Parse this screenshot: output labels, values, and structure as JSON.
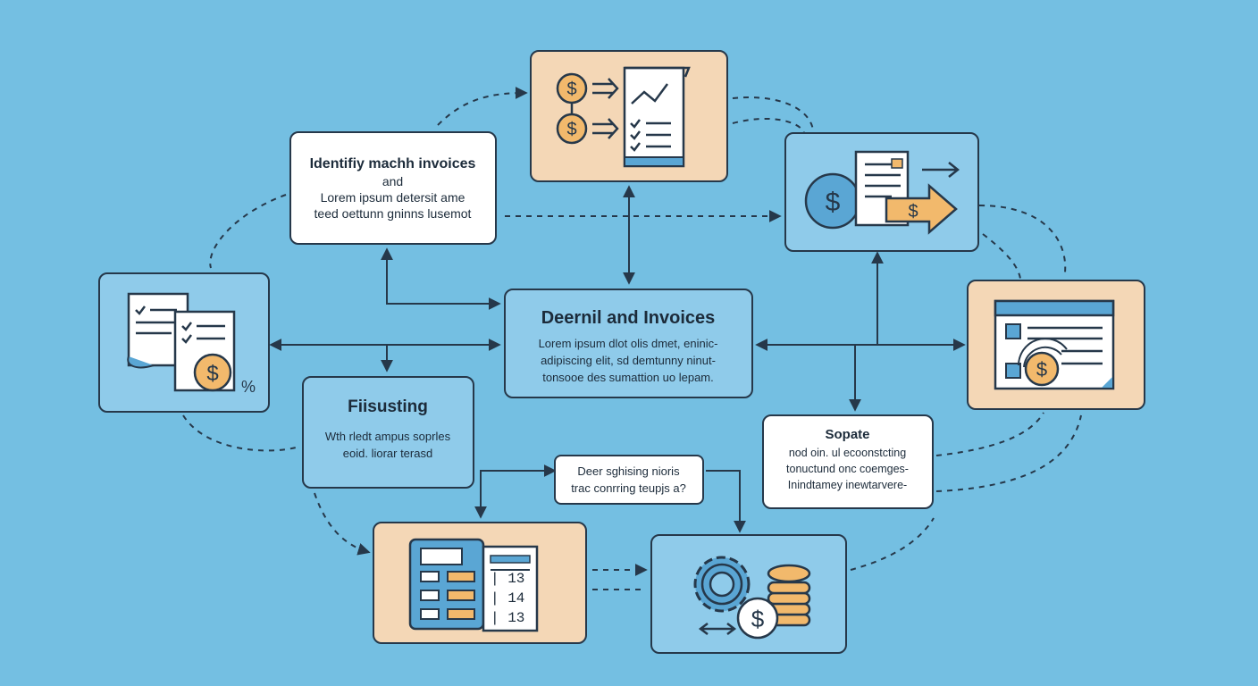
{
  "colors": {
    "background": "#74bfe2",
    "stroke": "#26384a",
    "tan": "#f4d7b6",
    "blue_card": "#8fcbea",
    "coin": "#f2b96c",
    "sheet": "#ffffff",
    "accent_blue": "#5aa6d4"
  },
  "identify_box": {
    "title": "Identifiy machh invoices",
    "line2": "and",
    "line3": "Lorem ipsum detersit ame",
    "line4": "teed oettunn gninns lusemot"
  },
  "center_box": {
    "title": "Deernil and Invoices",
    "line1": "Lorem ipsum dlot olis dmet, eninic-",
    "line2": "adipiscing elit, sd demtunny ninut-",
    "line3": "tonsooe des sumattion uo lepam."
  },
  "fisusting_box": {
    "title": "Fiisusting",
    "line1": "Wth rledt ampus soprles",
    "line2": "eoid. liorar terasd"
  },
  "small_note": {
    "line1": "Deer sghising nioris",
    "line2": "trac conrring teupjs a?"
  },
  "sopate_box": {
    "title": "Sopate",
    "line1": "nod oin. ul ecoonstcting",
    "line2": "tonuctund onc coemges-",
    "line3": "Inindtamey inewtarvere-"
  },
  "calculator_card": {
    "col_values": [
      "13",
      "14",
      "13"
    ]
  },
  "icons": {
    "top_card": [
      "dollar-coin-icon",
      "arrow-right-icon",
      "report-chart-icon",
      "checklist-icon"
    ],
    "left_card": [
      "checklist-document-icon",
      "invoice-dollar-icon",
      "percent-icon"
    ],
    "top_right_card": [
      "dollar-coin-icon",
      "document-icon",
      "dollar-bill-arrow-icon",
      "arrow-right-icon"
    ],
    "right_card": [
      "browser-window-icon",
      "dollar-coin-icon"
    ],
    "bottom_left_card": [
      "calculator-icon",
      "ledger-sheet-icon"
    ],
    "bottom_right_card": [
      "gear-icon",
      "coin-stack-icon",
      "dollar-coin-icon",
      "double-arrow-icon"
    ]
  }
}
